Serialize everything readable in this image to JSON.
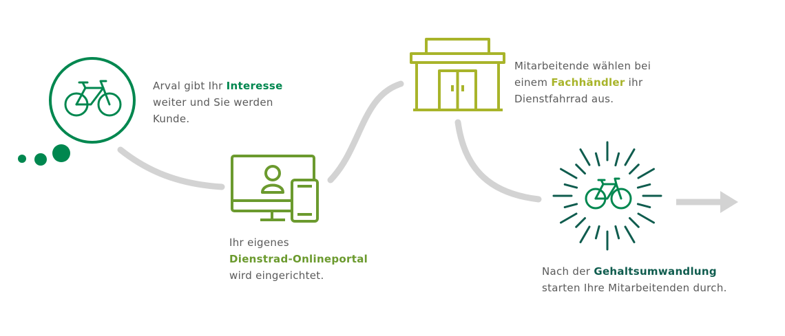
{
  "colors": {
    "path_gray": "#d3d3d3",
    "dark_green": "#00874f",
    "olive_green": "#6b9a2e",
    "lime": "#a8b42a",
    "teal_dark": "#0f5c4e",
    "text_gray": "#5a5a5a"
  },
  "steps": [
    {
      "icon": "bicycle-icon",
      "line1_pre": "Arval gibt Ihr ",
      "line1_bold": "Interesse",
      "line2": "weiter und Sie werden",
      "line3": "Kunde."
    },
    {
      "icon": "monitor-tablet-icon",
      "line1": "Ihr eigenes",
      "line2_bold": "Dienstrad-Onlineportal",
      "line3": "wird eingerichtet."
    },
    {
      "icon": "shop-icon",
      "line1": "Mitarbeitende wählen bei",
      "line2_pre": "einem ",
      "line2_bold": "Fachhändler",
      "line2_post": " ihr",
      "line3": "Dienstfahrrad aus."
    },
    {
      "icon": "bicycle-burst-icon",
      "line1_pre": "Nach der ",
      "line1_bold": "Gehaltsumwandlung",
      "line2": "starten Ihre Mitarbeitenden durch."
    }
  ],
  "end_icon": "arrow-right-icon"
}
